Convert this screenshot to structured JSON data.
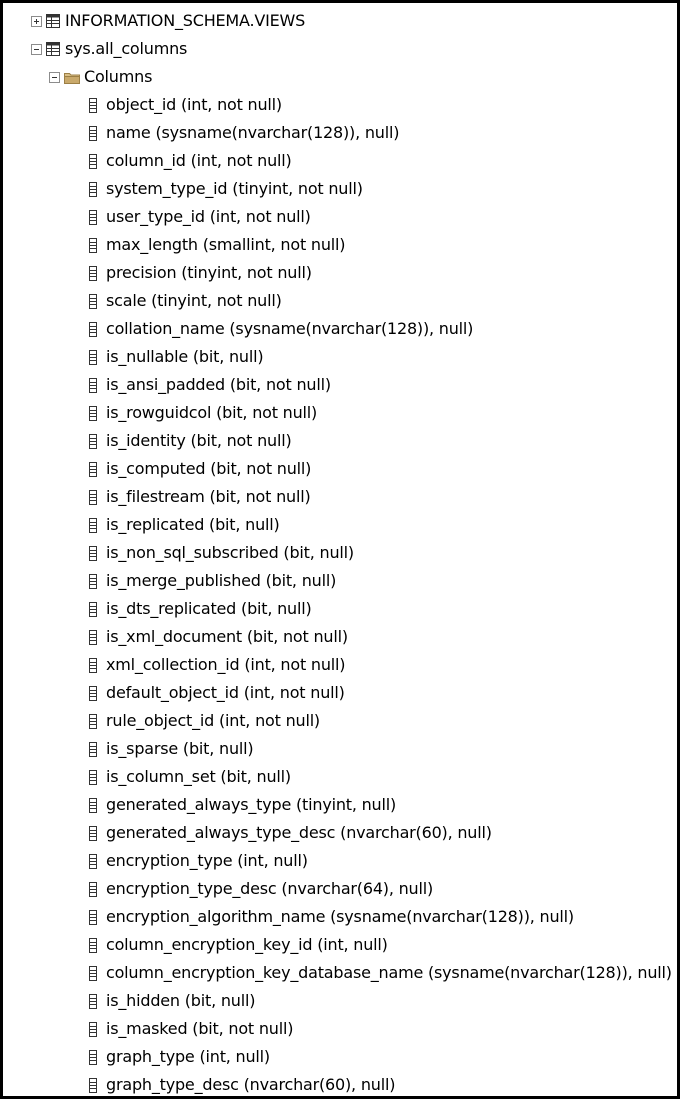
{
  "tree": {
    "info_schema_views": {
      "label": "INFORMATION_SCHEMA.VIEWS",
      "expander": "plus",
      "icon": "view-icon"
    },
    "sys_all_columns": {
      "label": "sys.all_columns",
      "expander": "minus",
      "icon": "view-icon"
    },
    "columns_folder": {
      "label": "Columns",
      "expander": "minus",
      "icon": "folder-icon"
    },
    "columns": [
      {
        "label": "object_id (int, not null)"
      },
      {
        "label": "name (sysname(nvarchar(128)), null)"
      },
      {
        "label": "column_id (int, not null)"
      },
      {
        "label": "system_type_id (tinyint, not null)"
      },
      {
        "label": "user_type_id (int, not null)"
      },
      {
        "label": "max_length (smallint, not null)"
      },
      {
        "label": "precision (tinyint, not null)"
      },
      {
        "label": "scale (tinyint, not null)"
      },
      {
        "label": "collation_name (sysname(nvarchar(128)), null)"
      },
      {
        "label": "is_nullable (bit, null)"
      },
      {
        "label": "is_ansi_padded (bit, not null)"
      },
      {
        "label": "is_rowguidcol (bit, not null)"
      },
      {
        "label": "is_identity (bit, not null)"
      },
      {
        "label": "is_computed (bit, not null)"
      },
      {
        "label": "is_filestream (bit, not null)"
      },
      {
        "label": "is_replicated (bit, null)"
      },
      {
        "label": "is_non_sql_subscribed (bit, null)"
      },
      {
        "label": "is_merge_published (bit, null)"
      },
      {
        "label": "is_dts_replicated (bit, null)"
      },
      {
        "label": "is_xml_document (bit, not null)"
      },
      {
        "label": "xml_collection_id (int, not null)"
      },
      {
        "label": "default_object_id (int, not null)"
      },
      {
        "label": "rule_object_id (int, not null)"
      },
      {
        "label": "is_sparse (bit, null)"
      },
      {
        "label": "is_column_set (bit, null)"
      },
      {
        "label": "generated_always_type (tinyint, null)"
      },
      {
        "label": "generated_always_type_desc (nvarchar(60), null)"
      },
      {
        "label": "encryption_type (int, null)"
      },
      {
        "label": "encryption_type_desc (nvarchar(64), null)"
      },
      {
        "label": "encryption_algorithm_name (sysname(nvarchar(128)), null)"
      },
      {
        "label": "column_encryption_key_id (int, null)"
      },
      {
        "label": "column_encryption_key_database_name (sysname(nvarchar(128)), null)"
      },
      {
        "label": "is_hidden (bit, null)"
      },
      {
        "label": "is_masked (bit, not null)"
      },
      {
        "label": "graph_type (int, null)"
      },
      {
        "label": "graph_type_desc (nvarchar(60), null)"
      }
    ]
  },
  "colors": {
    "border": "#000000",
    "text": "#000000",
    "folder": "#c9a96b"
  }
}
